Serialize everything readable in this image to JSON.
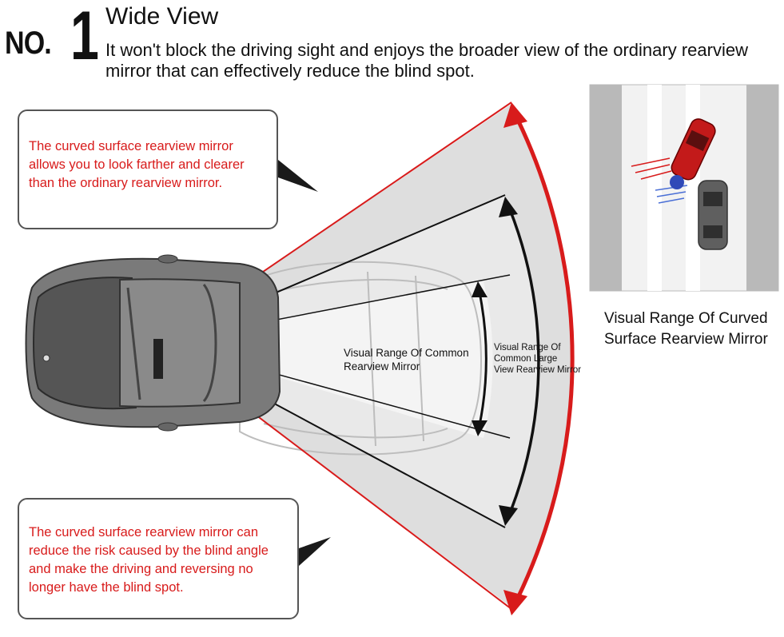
{
  "heading": {
    "prefix": "NO.",
    "number": "1",
    "title": "Wide View",
    "description": "It won't block the driving sight and enjoys the broader view of the ordinary rearview mirror that can effectively reduce the blind spot."
  },
  "callouts": {
    "top": "The curved surface rearview mirror allows you to look farther and clearer than the ordinary rearview mirror.",
    "bottom": "The curved surface rearview mirror can reduce the risk caused by the blind angle and make the driving and reversing no longer have the blind spot."
  },
  "labels": {
    "common": [
      "Visual Range Of Common",
      "Rearview Mirror"
    ],
    "large": [
      "Visual Range Of",
      "Common Large",
      "View Rearview Mirror"
    ],
    "curved": [
      "Visual Range Of Curved",
      "Surface Rearview Mirror"
    ]
  },
  "colors": {
    "accent_red": "#d81b1b",
    "sector_gray": "#dcdcdc",
    "car_gray": "#6e6e6e"
  }
}
